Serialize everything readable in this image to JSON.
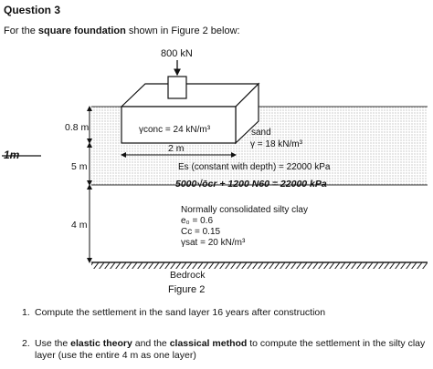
{
  "question": {
    "title": "Question 3",
    "intro_prefix": "For the ",
    "intro_bold": "square foundation",
    "intro_suffix": " shown in Figure 2 below:"
  },
  "figure": {
    "load_label": "800 kN",
    "depth_label": "0.8 m",
    "sand_thickness_label": "5 m",
    "clay_thickness_label": "4 m",
    "hand_depth_label": "1m",
    "width_label": "2 m",
    "concrete_unit_weight": "γconc = 24 kN/m³",
    "sand_name": "sand",
    "sand_unit_weight": "γ = 18 kN/m³",
    "sand_modulus": "Es (constant with depth) = 22000 kPa",
    "hand_note": "5000√ōcr + 1200 N60 = 22000 kPa",
    "clay_name": "Normally consolidated silty clay",
    "clay_e0": "e₀ = 0.6",
    "clay_cc": "Cc = 0.15",
    "clay_gsat": "γsat = 20 kN/m³",
    "bedrock_label": "Bedrock",
    "caption": "Figure 2"
  },
  "questions": [
    {
      "number": "1.",
      "text": "Compute the settlement in the sand layer 16 years after construction"
    },
    {
      "number": "2.",
      "prefix": "Use the ",
      "bold1": "elastic theory",
      "middle": " and the ",
      "bold2": "classical method",
      "suffix": " to compute the settlement in the silty clay layer (use the entire 4 m as one layer)"
    }
  ]
}
